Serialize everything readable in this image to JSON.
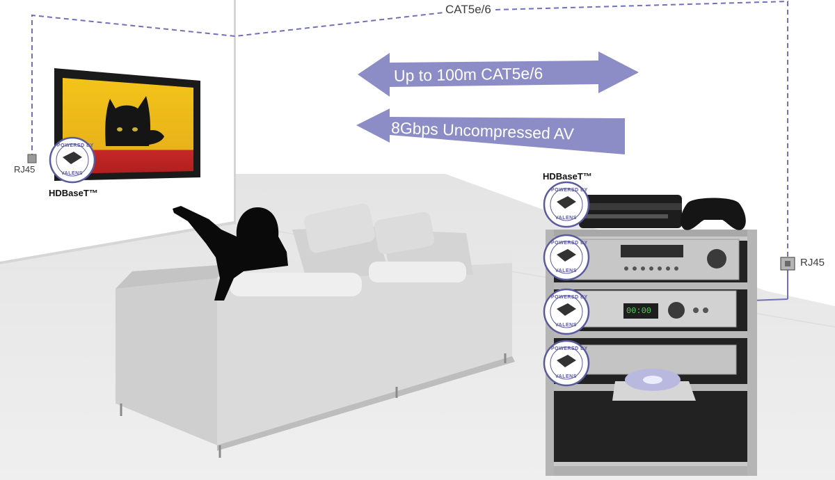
{
  "cable_label": "CAT5e/6",
  "left_port_label": "RJ45",
  "right_port_label": "RJ45",
  "hdbaset_left": "HDBaseT™",
  "hdbaset_right": "HDBaseT™",
  "arrow_top_text": "Up to 100m CAT5e/6",
  "arrow_bottom_text": "8Gbps Uncompressed AV",
  "badge_top": "POWERED BY",
  "badge_bottom": "VALENS",
  "dvd_display": "00:00",
  "colors": {
    "arrow_fill": "#8c8cc6",
    "cable_dash": "#6f70b8",
    "badge_ring": "#5a5b9e",
    "rack": "#c9c9c9",
    "sofa": "#d9d9d9",
    "floor": "#e9e9e9"
  }
}
